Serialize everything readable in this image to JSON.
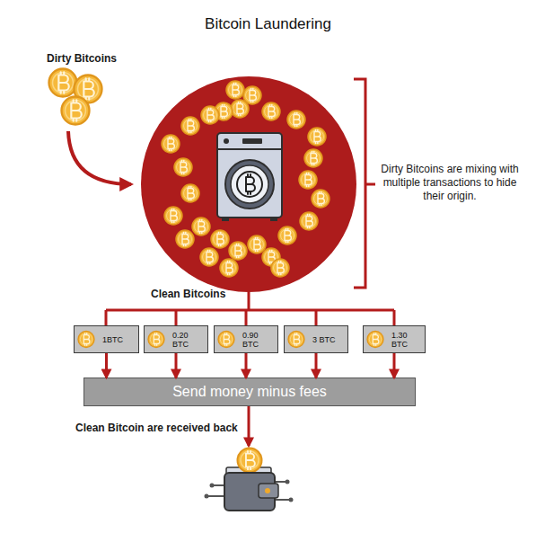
{
  "diagram": {
    "title": "Bitcoin Laundering",
    "nodes": [
      {
        "text": [
          "1BTC"
        ]
      },
      {
        "text": [
          "0.20 BTC"
        ]
      },
      {
        "text": [
          "0.90 BTC"
        ]
      },
      {
        "text": [
          "3 BTC"
        ]
      },
      {
        "text": [
          "1.30 BTC"
        ]
      },
      {
        "text": [
          "Send money minus fees"
        ]
      }
    ],
    "edges": [
      {
        "from": 0,
        "to": 5,
        "arrow": "to"
      },
      {
        "from": 1,
        "to": 5,
        "arrow": "to"
      },
      {
        "from": 2,
        "to": 5,
        "arrow": "to"
      },
      {
        "from": 3,
        "to": 5,
        "arrow": "to"
      },
      {
        "from": 4,
        "to": 5,
        "arrow": "to"
      }
    ],
    "labels": [
      "Dirty Bitcoins",
      "Dirty Bitcoins are mixing with multiple transactions to hide their origin.",
      "Clean Bitcoins",
      "Clean Bitcoin are received back"
    ]
  }
}
